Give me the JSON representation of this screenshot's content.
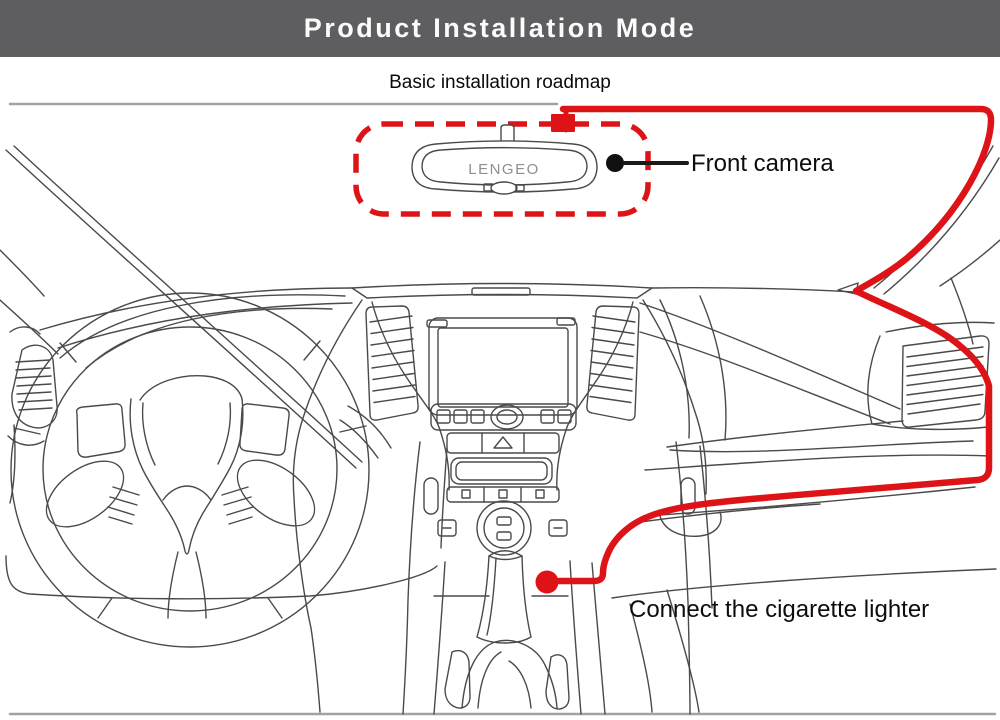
{
  "header": {
    "title": "Product Installation Mode"
  },
  "subtitle": "Basic installation roadmap",
  "mirror": {
    "brand": "LENGEO"
  },
  "callouts": {
    "front_camera": "Front camera",
    "cigarette_lighter": "Connect the cigarette lighter"
  },
  "colors": {
    "header_bg": "#5e5e60",
    "highlight_red": "#de1318",
    "line_art": "#4a4a4a"
  }
}
